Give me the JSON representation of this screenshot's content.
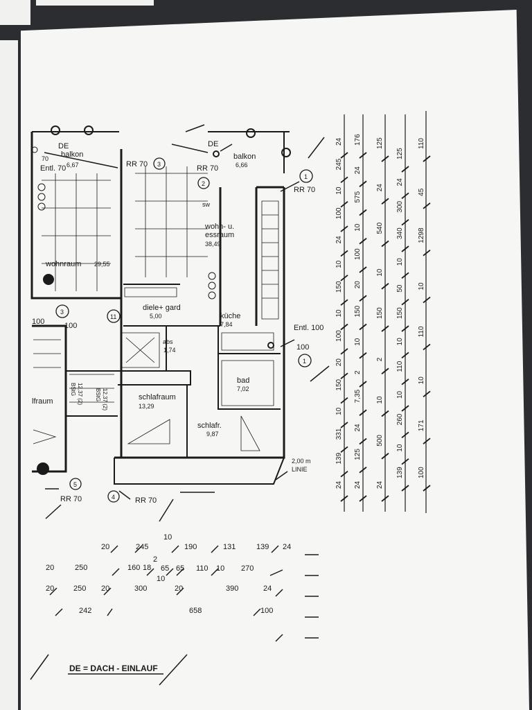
{
  "rooms": {
    "balkon_left": {
      "name": "balkon",
      "area": "6,67"
    },
    "balkon_right": {
      "name": "balkon",
      "area": "6,66"
    },
    "wohnraum": {
      "name": "wohnraum",
      "area": "29,55"
    },
    "wohn_essraum": {
      "name1": "wohn- u.",
      "name2": "essraum",
      "area": "38,49"
    },
    "diele": {
      "name": "diele+ gard",
      "area": "5,00"
    },
    "kueche": {
      "name": "küche",
      "area": "7,84"
    },
    "abs": {
      "name": "abs",
      "area": "1,74"
    },
    "bad": {
      "name": "bad",
      "area": "7,02"
    },
    "schlafraum": {
      "name": "schlafraum",
      "area": "13,29"
    },
    "schlafr": {
      "name": "schlafr.",
      "area": "9,87"
    },
    "left_room": {
      "name": "lfraum"
    },
    "bstg1": {
      "name": "BStG",
      "id": "12,37 (2)"
    },
    "bstg2": {
      "name": "BStG",
      "id": "12,37 (2)"
    }
  },
  "annotations": {
    "de_left": "DE",
    "de_right": "DE",
    "entl_left": "Entl. 70",
    "rr70_a": "RR 70",
    "rr70_b": "RR 70",
    "rr70_c": "RR 70",
    "rr70_d": "RR 70",
    "rr70_e": "RR 70",
    "sw": "sw",
    "val_100_a": "100",
    "val_100_b": "100",
    "val_100_c": "100",
    "entl_100": "Entl. 100",
    "linie_val": "2,00 m",
    "linie": "LINIE",
    "d_70": "70",
    "c1": "1",
    "c2": "2",
    "c3a": "3",
    "c3b": "3",
    "c4": "4",
    "c5": "5",
    "c11": "11",
    "c1b": "1"
  },
  "vertical_dims": {
    "col1": [
      "24",
      "139",
      "331",
      "10",
      "150",
      "20",
      "100",
      "10",
      "150",
      "10",
      "24",
      "100",
      "10",
      "245",
      "24"
    ],
    "col2": [
      "24",
      "125",
      "24",
      "7,35",
      "2",
      "10",
      "150",
      "20",
      "100",
      "10",
      "575",
      "24",
      "176"
    ],
    "col3": [
      "24",
      "500",
      "10",
      "2",
      "150",
      "10",
      "540",
      "24",
      "125"
    ],
    "col4": [
      "139",
      "10",
      "260",
      "10",
      "110",
      "10",
      "150",
      "50",
      "10",
      "340",
      "300",
      "24",
      "125"
    ],
    "col5": [
      "100",
      "171",
      "10",
      "110",
      "10",
      "1298",
      "45",
      "110"
    ]
  },
  "bottom_dims": {
    "row1": [
      "20",
      "245",
      "10",
      "190",
      "131",
      "139",
      "24"
    ],
    "row2": [
      "20",
      "250",
      "160",
      "18",
      "2",
      "65",
      "65",
      "110",
      "10",
      "270"
    ],
    "row2b": "10",
    "row3": [
      "20",
      "250",
      "20",
      "300",
      "20",
      "390",
      "24"
    ],
    "row4": [
      "242",
      "658",
      "100"
    ]
  },
  "legend": "DE = DACH - EINLAUF"
}
